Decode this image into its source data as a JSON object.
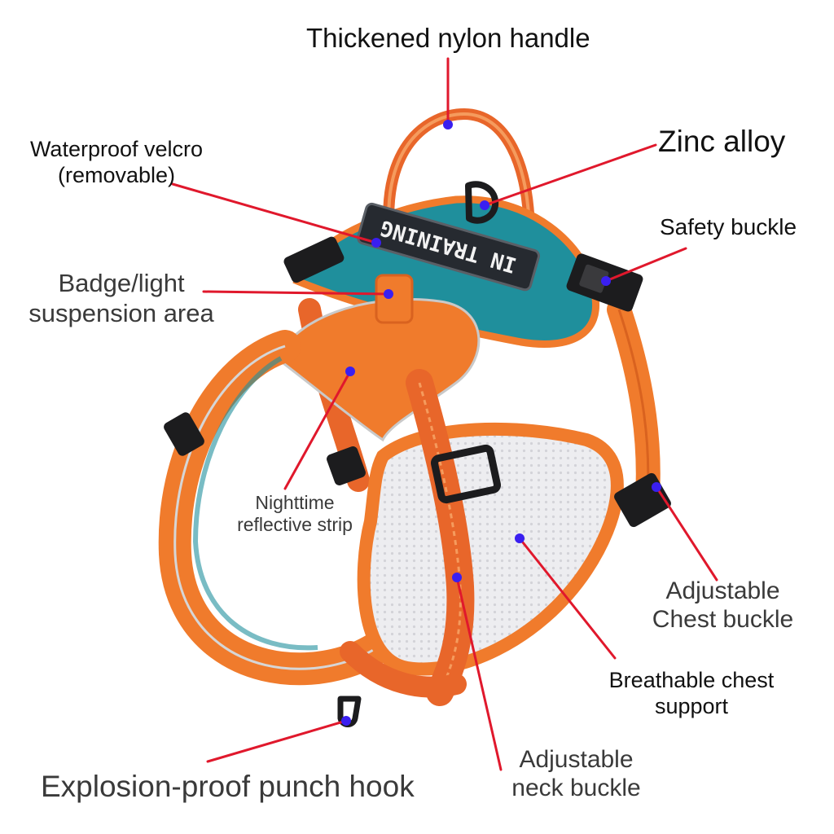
{
  "labels": {
    "handle": "Thickened nylon handle",
    "zinc": "Zinc alloy",
    "velcro": [
      "Waterproof velcro",
      "(removable)"
    ],
    "safety_buckle": "Safety buckle",
    "badge": [
      "Badge/light",
      "suspension area"
    ],
    "reflective": [
      "Nighttime",
      "reflective strip"
    ],
    "chest_buckle": [
      "Adjustable",
      "Chest buckle"
    ],
    "chest_support": [
      "Breathable chest",
      "support"
    ],
    "neck_buckle": [
      "Adjustable",
      "neck buckle"
    ],
    "hook": "Explosion-proof punch hook"
  },
  "patch_text": "IN TRAINING",
  "colors": {
    "leader_line": "#e0182c",
    "dot": "#3a1ff0",
    "harness_orange": "#f07b2c",
    "harness_teal": "#1f8f9c",
    "mesh": "#e9e9ec",
    "buckle": "#1c1c1e"
  }
}
